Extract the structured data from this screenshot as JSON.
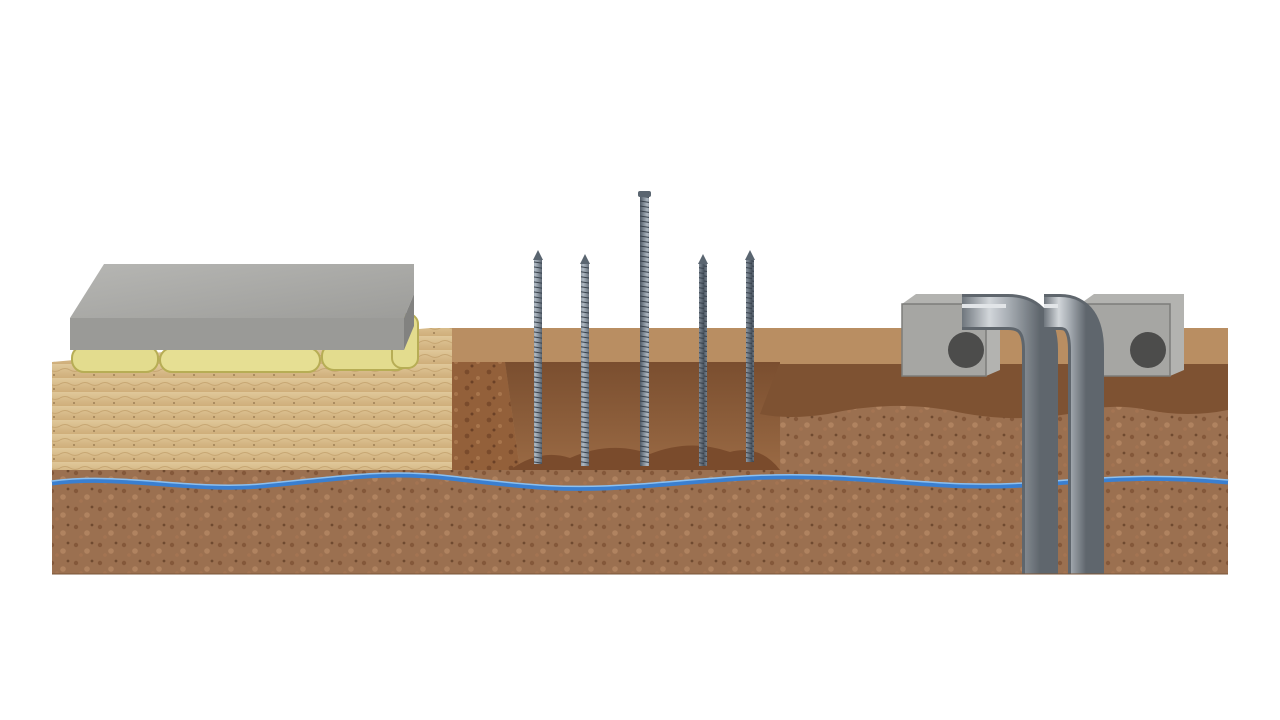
{
  "diagram": {
    "sections": [
      {
        "id": "slab-section",
        "elements": [
          "concrete-slab",
          "insulation-bags",
          "sand-fill"
        ]
      },
      {
        "id": "pile-section",
        "elements": [
          "excavation-pit",
          "threaded-rods"
        ],
        "rod_count": 5
      },
      {
        "id": "utility-section",
        "elements": [
          "concrete-conduit-boxes",
          "steel-pipes"
        ],
        "pipe_count": 2,
        "conduit_count": 2
      }
    ],
    "layers": [
      "topsoil",
      "sand",
      "native-soil",
      "water-table"
    ],
    "colors": {
      "background": "#ffffff",
      "concrete": "#a9a9a7",
      "concrete_top": "#b9b9b6",
      "concrete_side": "#8f8f8c",
      "insulation": "#e3dc8e",
      "sand": "#d9bf8c",
      "topsoil": "#b4885e",
      "soil_dark": "#8c5e3b",
      "subsoil": "#9b7050",
      "water_line": "#3a7fd0",
      "steel": "#a7adb3",
      "steel_dark": "#6f767d"
    }
  }
}
